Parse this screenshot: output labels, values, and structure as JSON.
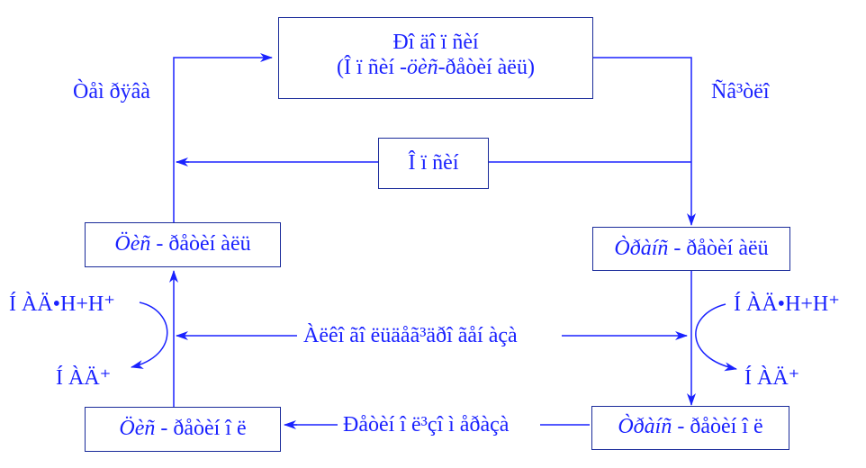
{
  "boxes": {
    "top_line1": "Ðî äî ï ñèí",
    "top_line2_a": "(Î ï ñèí -",
    "top_line2_b": "öèñ",
    "top_line2_c": "-ðåòèí àëü)",
    "middle": "Î ï ñèí",
    "left_upper_a": "Öèñ",
    "left_upper_b": " - ðåòèí àëü",
    "right_upper_a": "Òðàíñ",
    "right_upper_b": " - ðåòèí àëü",
    "left_lower_a": "Öèñ",
    "left_lower_b": " - ðåòèí î ë",
    "right_lower_a": "Òðàíñ",
    "right_lower_b": " - ðåòèí î ë"
  },
  "labels": {
    "left_top": "Òåì ðÿâà",
    "right_top": "Ñâ³òëî",
    "center": "Àëêî ãî ëüäåã³äðî ãåí àçà",
    "bottom": "Ðåòèí î ë³çî ì åðàçà",
    "left_cof_top": "Í ÀÄ•H+H⁺",
    "left_cof_bottom": "Í ÀÄ⁺",
    "right_cof_top": "Í ÀÄ•H+H⁺",
    "right_cof_bottom": "Í ÀÄ⁺"
  },
  "colors": {
    "text": "#1a22ff",
    "border": "#1a2b9a",
    "arrow": "#1a22ff"
  }
}
